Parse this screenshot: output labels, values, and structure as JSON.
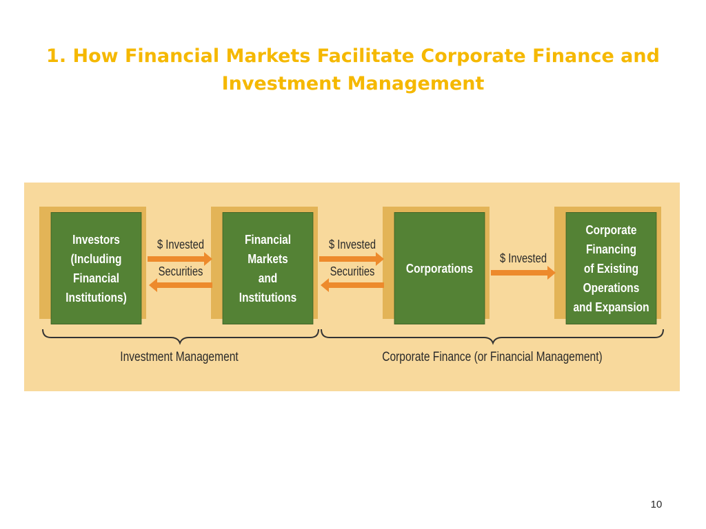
{
  "title": {
    "line1": "1. How Financial Markets Facilitate Corporate Finance and",
    "line2": "Investment Management"
  },
  "diagram": {
    "nodes": [
      {
        "id": "investors",
        "lines": [
          "Investors",
          "(Including",
          "Financial",
          "Institutions)"
        ]
      },
      {
        "id": "markets",
        "lines": [
          "Financial",
          "Markets",
          "and",
          "Institutions"
        ]
      },
      {
        "id": "corporations",
        "lines": [
          "Corporations"
        ]
      },
      {
        "id": "corporate-financing",
        "lines": [
          "Corporate",
          "Financing",
          "of Existing",
          "Operations",
          "and Expansion"
        ]
      }
    ],
    "flows": [
      {
        "from": "investors",
        "to": "markets",
        "label": "$ Invested"
      },
      {
        "from": "markets",
        "to": "investors",
        "label": "Securities"
      },
      {
        "from": "markets",
        "to": "corporations",
        "label": "$ Invested"
      },
      {
        "from": "corporations",
        "to": "markets",
        "label": "Securities"
      },
      {
        "from": "corporations",
        "to": "corporate-financing",
        "label": "$ Invested"
      }
    ],
    "groups": [
      {
        "label": "Investment Management"
      },
      {
        "label": "Corporate Finance (or Financial Management)"
      }
    ],
    "colors": {
      "panel": "#f8d99c",
      "box": "#548235",
      "box_shadow": "#e3b457",
      "arrow": "#ed8a2c",
      "title": "#f5b800"
    }
  },
  "page_number": "10"
}
